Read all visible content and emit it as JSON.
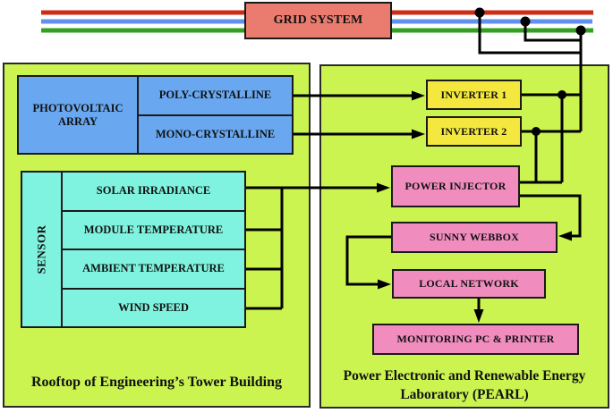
{
  "grid": {
    "label": "GRID SYSTEM"
  },
  "left_panel": {
    "caption": "Rooftop of Engineering’s Tower Building",
    "pv": {
      "label": "PHOTOVOLTAIC ARRAY",
      "poly_label": "POLY-CRYSTALLINE",
      "mono_label": "MONO-CRYSTALLINE"
    },
    "sensor": {
      "label": "SENSOR",
      "rows": [
        "SOLAR IRRADIANCE",
        "MODULE TEMPERATURE",
        "AMBIENT TEMPERATURE",
        "WIND SPEED"
      ]
    }
  },
  "right_panel": {
    "caption_line1": "Power Electronic and Renewable Energy",
    "caption_line2": "Laboratory (PEARL)",
    "inverter1": "INVERTER 1",
    "inverter2": "INVERTER 2",
    "power_injector": "POWER INJECTOR",
    "sunny_webbox": "SUNNY WEBBOX",
    "local_network": "LOCAL NETWORK",
    "monitoring": "MONITORING PC & PRINTER"
  },
  "colors": {
    "panel_green": "#cbf451",
    "pv_blue": "#69a8f0",
    "sensor_cyan": "#7ff3df",
    "inverter_yellow": "#f4e83e",
    "lab_pink": "#f08dbe",
    "grid_salmon": "#e97b6f",
    "bus_red": "#cc2b14",
    "bus_blue": "#6090f0",
    "bus_green": "#33a021",
    "wire_black": "#000000"
  }
}
